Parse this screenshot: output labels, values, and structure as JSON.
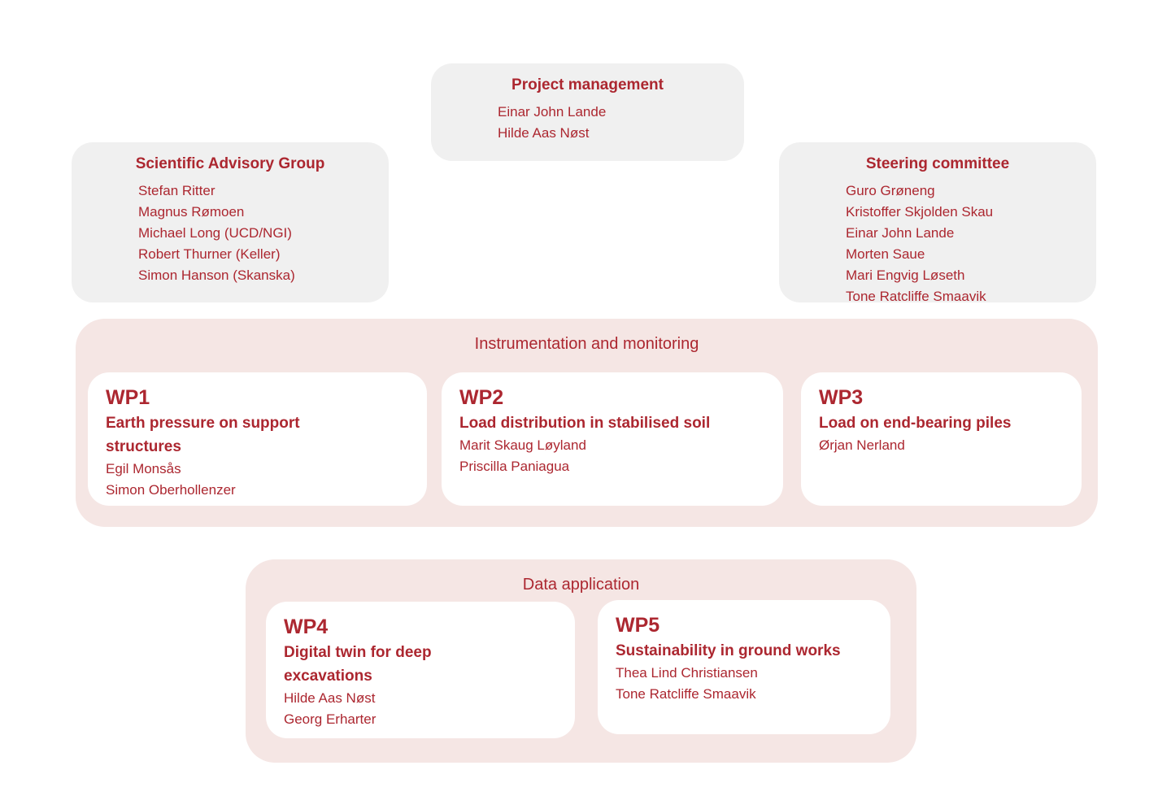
{
  "pm": {
    "title": "Project management",
    "members": [
      "Einar John Lande",
      "Hilde Aas Nøst"
    ]
  },
  "sag": {
    "title": "Scientific Advisory Group",
    "members": [
      "Stefan Ritter",
      "Magnus Rømoen",
      "Michael Long (UCD/NGI)",
      "Robert Thurner (Keller)",
      "Simon Hanson (Skanska)"
    ]
  },
  "sc": {
    "title": "Steering committee",
    "members": [
      "Guro Grøneng",
      "Kristoffer Skjolden Skau",
      "Einar John Lande",
      "Morten Saue",
      "Mari Engvig Løseth",
      "Tone Ratcliffe Smaavik"
    ]
  },
  "bands": [
    {
      "label": "Instrumentation and monitoring",
      "wps": [
        {
          "id": "WP1",
          "title": "Earth pressure on support structures",
          "members": [
            "Egil Monsås",
            "Simon Oberhollenzer"
          ]
        },
        {
          "id": "WP2",
          "title": "Load distribution in stabilised soil",
          "members": [
            "Marit Skaug Løyland",
            "Priscilla Paniagua"
          ]
        },
        {
          "id": "WP3",
          "title": "Load on end-bearing piles",
          "members": [
            "Ørjan Nerland"
          ]
        }
      ]
    },
    {
      "label": "Data application",
      "wps": [
        {
          "id": "WP4",
          "title": "Digital twin for deep excavations",
          "members": [
            "Hilde Aas Nøst",
            "Georg Erharter"
          ]
        },
        {
          "id": "WP5",
          "title": "Sustainability in ground works",
          "members": [
            "Thea Lind Christiansen",
            "Tone Ratcliffe Smaavik"
          ]
        }
      ]
    }
  ],
  "colors": {
    "accent_red": "#AC2730",
    "panel_gray": "#F0F0F0",
    "band_pink": "#F5E6E4",
    "card_white": "#FFFFFF"
  }
}
